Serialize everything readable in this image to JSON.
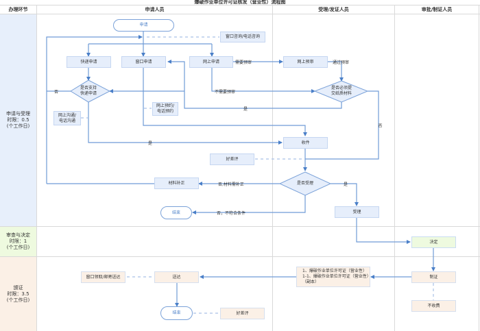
{
  "title": "爆破作业单位许可证核发（营业性）流程图",
  "columns": [
    "办理环节",
    "申请人员",
    "受理/发证人员",
    "审批/制证人员"
  ],
  "stages": [
    {
      "label": "申请与受理\n时限：0.5\n(个工作日)",
      "color": "#e7effb"
    },
    {
      "label": "审查与决定\n时限：1\n(个工作日)",
      "color": "#eefadf"
    },
    {
      "label": "颁证\n时限：3.5\n(个工作日)",
      "color": "#fbf0e6"
    }
  ],
  "nodes": {
    "apply": "申请",
    "consult": "窗口咨询/电话咨询",
    "express_apply": "快递申请",
    "window_apply": "窗口申请",
    "online_apply": "网上申请",
    "online_precheck": "网上预审",
    "support_express": "是否支持\n快递申请",
    "need_paper": "是否必须提\n交纸质材料",
    "online_comm": "网上沟通/\n电话沟通",
    "online_appoint": "网上预约/\n电话预约",
    "receive": "收件",
    "rating1": "好差评",
    "accept_q": "是否受理",
    "supplement": "材料补正",
    "end1": "结束",
    "accept": "受理",
    "decide": "决定",
    "make_cert": "制证",
    "no_fee": "不收费",
    "cert_list": "1、爆破作业单位许可证（营业性）\n1-1、爆破作业单位许可证（营业性）（副本）",
    "deliver": "送达",
    "pickup": "窗口领取/邮寄送达",
    "end2": "结束",
    "rating2": "好差评"
  },
  "edge_labels": {
    "no1": "否",
    "yes1": "是",
    "need_precheck": "需要预审",
    "no_precheck": "不需要预审",
    "pass_precheck": "通过预审",
    "yes2": "是",
    "no2": "否",
    "no_supplement": "否,材料需补正",
    "yes3": "是",
    "no_not_qualified": "否，不符合条件"
  }
}
